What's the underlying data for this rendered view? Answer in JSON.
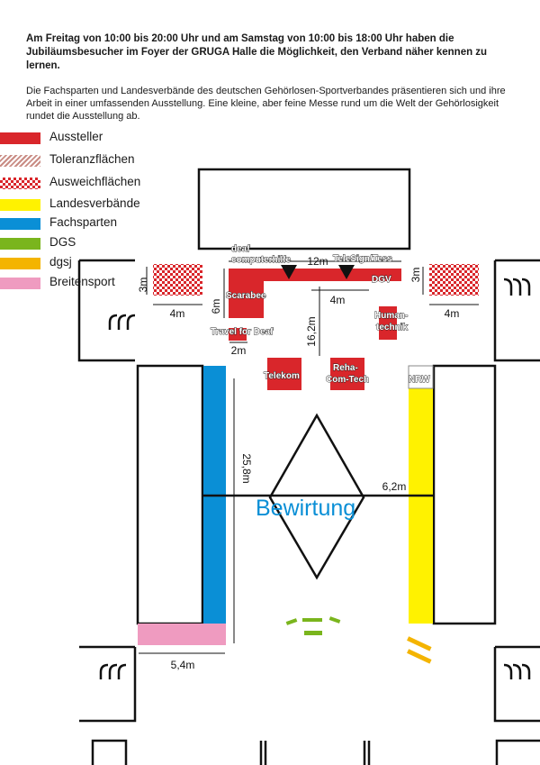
{
  "intro_text": "Am Freitag von 10:00 bis 20:00 Uhr und am Samstag von 10:00 bis 18:00 Uhr haben die Jubiläumsbesucher im Foyer der GRUGA Halle die Möglichkeit, den Verband näher kennen zu lernen.",
  "description_text": "Die Fachsparten und Landesverbände des deutschen Gehörlosen-Sportverbandes präsentieren sich und ihre Arbeit in einer umfassenden Ausstellung. Eine kleine, aber feine Messe rund um die Welt der Gehörlosigkeit rundet die Ausstellung ab.",
  "legend": [
    {
      "label": "Aussteller",
      "color": "#d9262b",
      "pattern": "solid"
    },
    {
      "label": "Toleranzflächen",
      "color": "#d4a19a",
      "pattern": "hatch"
    },
    {
      "label": "Ausweichflächen",
      "color": "#d9262b",
      "pattern": "checker"
    },
    {
      "label": "Landesverbände",
      "color": "#fff200",
      "pattern": "solid"
    },
    {
      "label": "Fachsparten",
      "color": "#0a8fd6",
      "pattern": "solid"
    },
    {
      "label": "DGS",
      "color": "#7ab51d",
      "pattern": "solid"
    },
    {
      "label": "dgsj",
      "color": "#f4b400",
      "pattern": "solid"
    },
    {
      "label": "Breitensport",
      "color": "#ef9bc0",
      "pattern": "solid"
    }
  ],
  "stands": {
    "deaf": "deaf",
    "computerhilfe": "computerhilfe",
    "telesign": "TeleSign/Tess",
    "dgv": "DGV",
    "scarabee": "Scarabee",
    "travel": "Travel for Deaf",
    "human1": "Human-",
    "human2": "technik",
    "telekom": "Telekom",
    "reha1": "Reha-",
    "reha2": "Com-Tech",
    "nrw": "NRW"
  },
  "dimensions": {
    "left_area_height": "3m",
    "left_area_width": "4m",
    "right_area_height": "3m",
    "right_area_width": "4m",
    "top_row_width": "12m",
    "dgv_width": "4m",
    "scarabee_height": "6m",
    "travel_width": "2m",
    "center_depth": "16,2m",
    "hall_length": "25,8m",
    "hall_width": "6,2m",
    "breitensport_width": "5,4m"
  },
  "center_label": "Bewirtung",
  "colors": {
    "aussteller": "#d9262b",
    "fachsparten": "#0a8fd6",
    "landesverbaende": "#fff200",
    "dgs": "#7ab51d",
    "dgsj": "#f4b400",
    "breitensport": "#ef9bc0",
    "bewirtung": "#0a8fd6"
  }
}
